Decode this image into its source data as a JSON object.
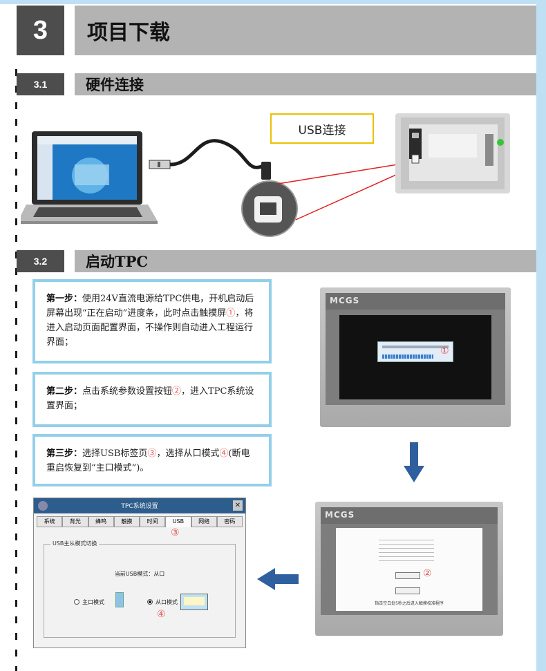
{
  "section": {
    "number": "3",
    "title": "项目下载"
  },
  "sub1": {
    "number": "3.1",
    "title": "硬件连接"
  },
  "sub2": {
    "number": "3.2",
    "title": "启动TPC"
  },
  "usb_label": "USB连接",
  "steps": [
    {
      "label": "第一步：",
      "text_a": "使用24V直流电源给TPC供电，开机启动后屏幕出现“正在启动”进度条，此时点击触摸屏",
      "mark": "①",
      "text_b": "，将进入启动页面配置界面，不操作则自动进入工程运行界面；"
    },
    {
      "label": "第二步：",
      "text_a": "点击系统参数设置按钮",
      "mark": "②",
      "text_b": "，进入TPC系统设置界面；"
    },
    {
      "label": "第三步：",
      "text_a": "选择USB标签页",
      "mark": "③",
      "text_b": "，选择从口模式",
      "mark2": "④",
      "text_c": "(断电重启恢复到“主口模式”)。"
    }
  ],
  "tpc_brand": "MCGS",
  "screen1": {
    "mark": "①"
  },
  "screen2": {
    "mark": "②",
    "footer": "指击空白处5秒之后进入触摸校准程序"
  },
  "dialog": {
    "title": "TPC系统设置",
    "close": "✕",
    "tabs": [
      "系统",
      "背光",
      "蜂鸣",
      "触摸",
      "时间",
      "USB",
      "网络",
      "密码"
    ],
    "tab_mark": "③",
    "group_title": "USB主从模式切换",
    "current_mode": "当前USB模式：从口",
    "option_host": "主口模式",
    "option_slave": "从口模式",
    "option_mark": "④"
  },
  "colors": {
    "accent_blue": "#93cfea",
    "band_blue": "#bfe0f3",
    "header_dark": "#4d4d4d",
    "header_gray": "#b3b3b3",
    "usb_border": "#ecc000",
    "arrow_blue": "#2f5f9e",
    "mark_red": "#e05050"
  }
}
